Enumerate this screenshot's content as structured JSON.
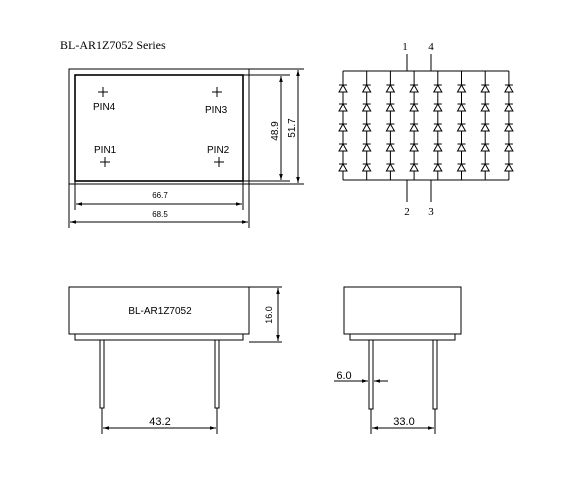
{
  "title": "BL-AR1Z7052 Series",
  "top_view": {
    "pins": [
      "PIN4",
      "PIN3",
      "PIN1",
      "PIN2"
    ],
    "dims": {
      "inner_height": "48.9",
      "outer_height": "51.7",
      "inner_width": "66.7",
      "outer_width": "68.5"
    }
  },
  "schematic": {
    "pin_labels_top": [
      "1",
      "4"
    ],
    "pin_labels_bottom": [
      "2",
      "3"
    ],
    "columns": 8,
    "rows": 5
  },
  "front_view": {
    "part_label": "BL-AR1Z7052",
    "dims": {
      "height": "16.0",
      "pin_spacing": "43.2"
    }
  },
  "side_view": {
    "dims": {
      "pin_offset": "6.0",
      "pin_spacing": "33.0"
    }
  }
}
